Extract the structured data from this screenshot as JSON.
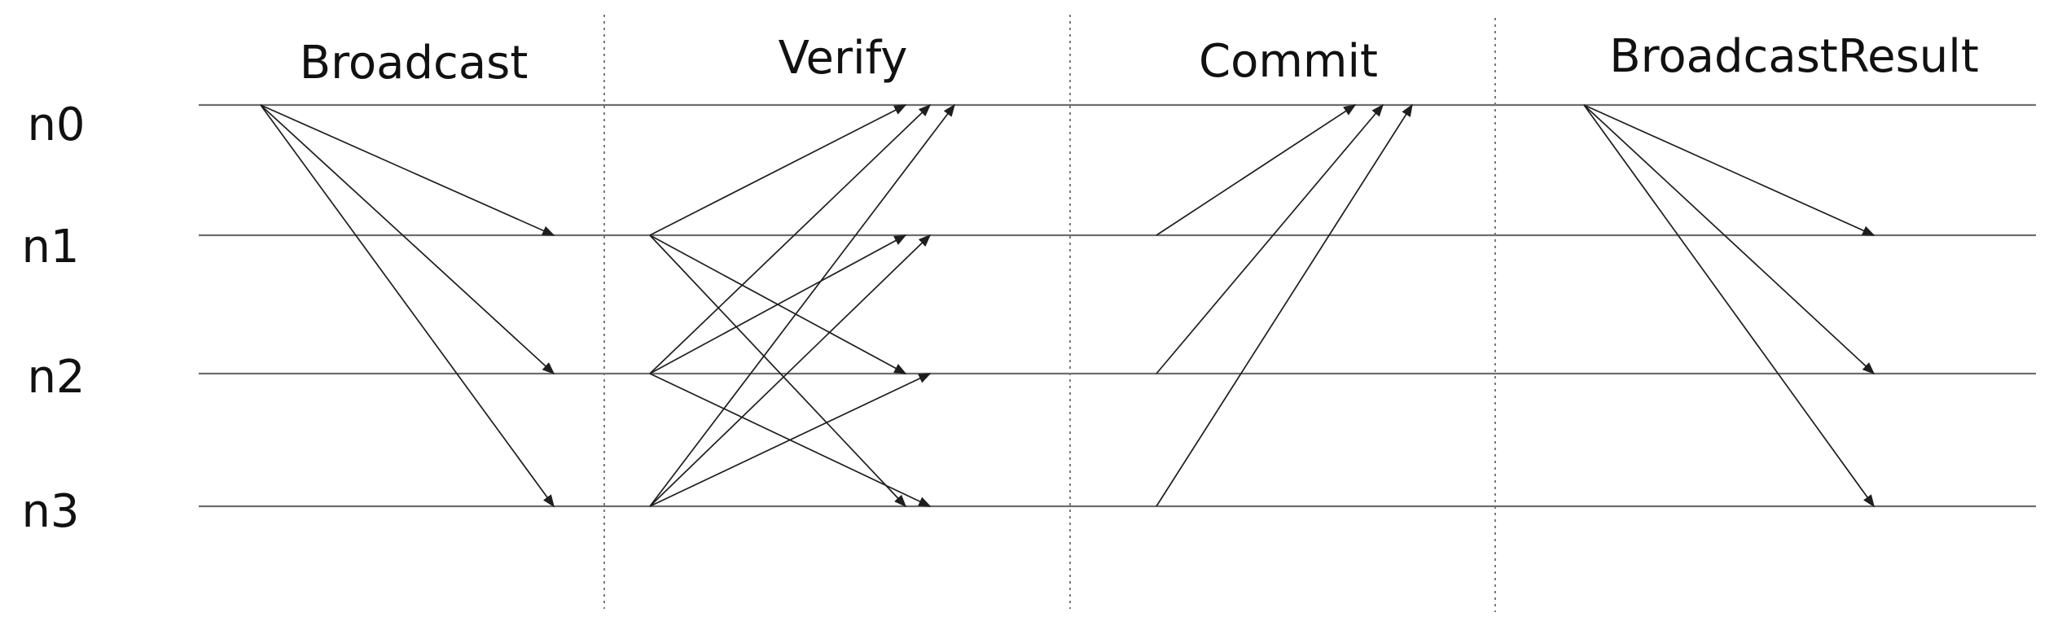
{
  "diagram": {
    "phases": [
      {
        "label": "Broadcast"
      },
      {
        "label": "Verify"
      },
      {
        "label": "Commit"
      },
      {
        "label": "BroadcastResult"
      }
    ],
    "nodes": [
      {
        "label": "n0"
      },
      {
        "label": "n1"
      },
      {
        "label": "n2"
      },
      {
        "label": "n3"
      }
    ],
    "messages": [
      {
        "phase": 0,
        "from": 0,
        "to": 1
      },
      {
        "phase": 0,
        "from": 0,
        "to": 2
      },
      {
        "phase": 0,
        "from": 0,
        "to": 3
      },
      {
        "phase": 1,
        "from": 1,
        "to": 0
      },
      {
        "phase": 1,
        "from": 1,
        "to": 2
      },
      {
        "phase": 1,
        "from": 1,
        "to": 3
      },
      {
        "phase": 1,
        "from": 2,
        "to": 0
      },
      {
        "phase": 1,
        "from": 2,
        "to": 1
      },
      {
        "phase": 1,
        "from": 2,
        "to": 3
      },
      {
        "phase": 1,
        "from": 3,
        "to": 0
      },
      {
        "phase": 1,
        "from": 3,
        "to": 1
      },
      {
        "phase": 1,
        "from": 3,
        "to": 2
      },
      {
        "phase": 2,
        "from": 1,
        "to": 0
      },
      {
        "phase": 2,
        "from": 2,
        "to": 0
      },
      {
        "phase": 2,
        "from": 3,
        "to": 0
      },
      {
        "phase": 3,
        "from": 0,
        "to": 1
      },
      {
        "phase": 3,
        "from": 0,
        "to": 2
      },
      {
        "phase": 3,
        "from": 0,
        "to": 3
      }
    ]
  }
}
